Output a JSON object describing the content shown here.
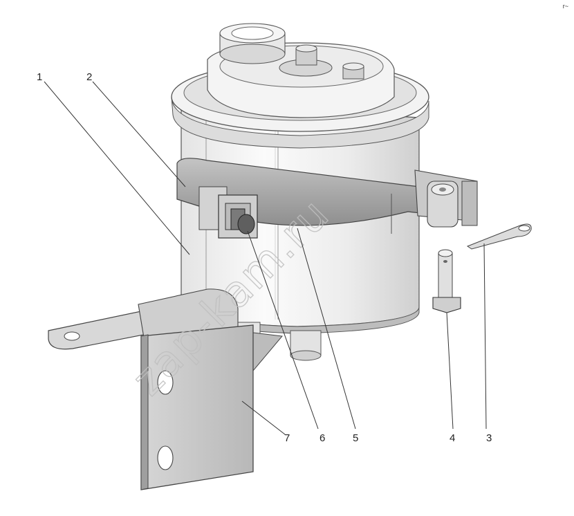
{
  "callouts": [
    {
      "num": "1"
    },
    {
      "num": "2"
    },
    {
      "num": "3"
    },
    {
      "num": "4"
    },
    {
      "num": "5"
    },
    {
      "num": "6"
    },
    {
      "num": "7"
    }
  ],
  "watermark": "zap-kam.ru",
  "corner_mark": "r~"
}
